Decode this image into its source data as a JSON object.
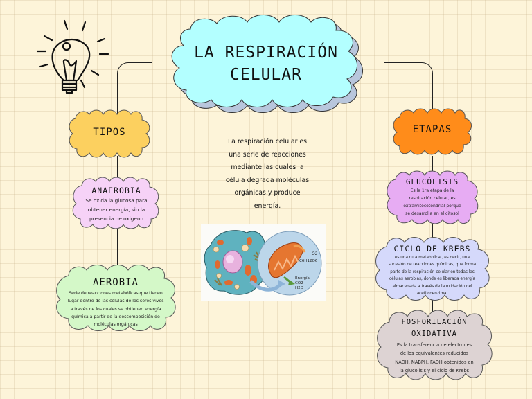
{
  "title": {
    "line1": "LA RESPIRACIÓN",
    "line2": "CELULAR"
  },
  "intro": "La respiración celular es una serie de reacciones mediante las cuales la célula degrada moléculas orgánicas y produce energía.",
  "intro_lines": [
    "La respiración celular es",
    "una serie de reacciones",
    "mediante las cuales la",
    "célula degrada moléculas",
    "orgánicas y produce",
    "energía."
  ],
  "left": {
    "header": "TIPOS",
    "nodes": [
      {
        "title": "ANAEROBIA",
        "lines": [
          "Se oxida la glucosa para",
          "obtener energía, sin la",
          "presencia de oxigeno"
        ]
      },
      {
        "title": "AEROBIA",
        "lines": [
          "Serie de reacciones metabólicas que tienen",
          "lugar dentro de las células de los seres vivos",
          "a través de los cuales se obtienen energía",
          "química a partir de la descomposición de",
          "moléculas orgánicas"
        ]
      }
    ]
  },
  "right": {
    "header": "ETAPAS",
    "nodes": [
      {
        "title": "GLUCÓLISIS",
        "lines": [
          "Es la 1ra etapa de la",
          "respiración celular, es",
          "extramitocotondrial porque",
          "se desarrolla en el citosol"
        ]
      },
      {
        "title": "CICLO DE KREBS",
        "lines": [
          "es una ruta metabolica , es decir, una",
          "sucesión de reacciones químicas, que forma",
          "parte de la respiración celular en todas las",
          "células aerobias, donde es liberada energía",
          "almacenada a través de la oxidación del",
          "acetilcoenzima."
        ]
      },
      {
        "title_lines": [
          "FOSFORILACIÓN",
          "OXIDATIVA"
        ],
        "lines": [
          "Es la transferencia de electrones",
          "de los equivalentes reducidos",
          "NADH, NABPH, FADH obtenidos en",
          "la glucolisis y el ciclo de Krebs"
        ]
      }
    ]
  },
  "illustration": {
    "labels": {
      "o2": "O2",
      "glucose": "C6H12O6",
      "energy": "Energía",
      "co2": "CO2",
      "h2o": "H2O"
    }
  },
  "icons": [
    "lightbulb-icon"
  ],
  "colors": {
    "background": "#fdf4d9",
    "title_cloud": "#b3ffff",
    "title_shadow": "#b8c6dc",
    "tipos": "#fcd05f",
    "etapas": "#ff8c1a",
    "anaerobia": "#f6d2f7",
    "aerobia": "#d4f8c8",
    "glucolisis": "#e7acf3",
    "krebs": "#d5d9fb",
    "fosforilacion": "#ddd3d3"
  }
}
